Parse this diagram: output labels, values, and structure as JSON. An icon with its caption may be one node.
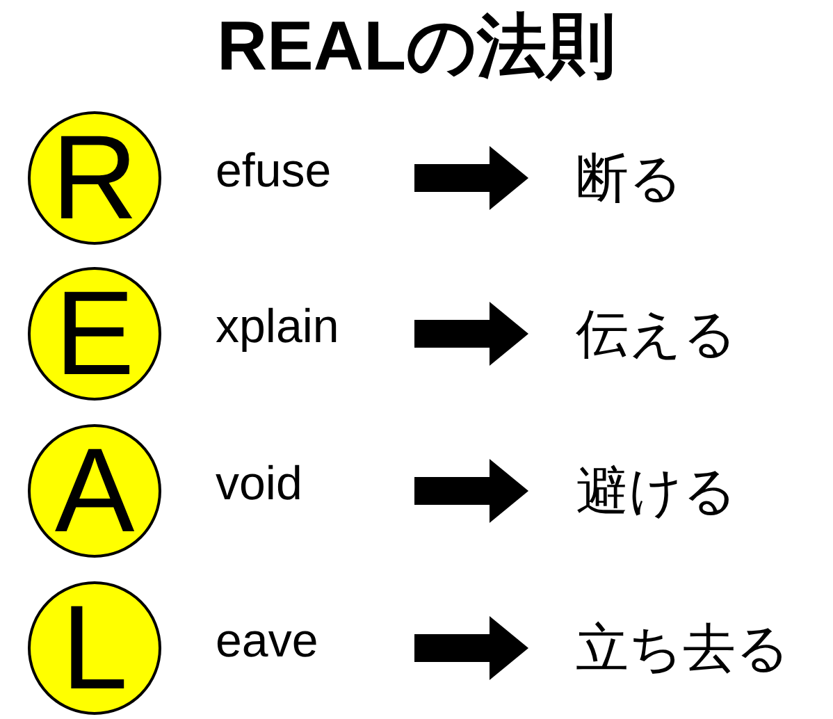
{
  "diagram": {
    "title": "REALの法則",
    "nodes": [
      {
        "text": [
          "R"
        ]
      },
      {
        "text": [
          "E"
        ]
      },
      {
        "text": [
          "A"
        ]
      },
      {
        "text": [
          "L"
        ]
      },
      {
        "text": [
          "efuse"
        ]
      },
      {
        "text": [
          "xplain"
        ]
      },
      {
        "text": [
          "void"
        ]
      },
      {
        "text": [
          "eave"
        ]
      },
      {
        "text": [
          "断る"
        ]
      },
      {
        "text": [
          "伝える"
        ]
      },
      {
        "text": [
          "避ける"
        ]
      },
      {
        "text": [
          "立ち去る"
        ]
      }
    ],
    "edges": [
      {
        "from": null,
        "to": 8,
        "arrow": "to"
      },
      {
        "from": null,
        "to": 9,
        "arrow": "to"
      },
      {
        "from": null,
        "to": 10,
        "arrow": "to"
      },
      {
        "from": null,
        "to": 11,
        "arrow": "to"
      }
    ]
  }
}
